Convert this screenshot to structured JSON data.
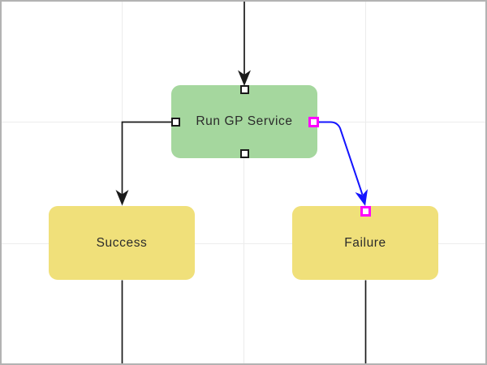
{
  "canvas": {
    "background_color": "#ffffff",
    "grid_color": "#ececec",
    "border_color": "#b3b3b3",
    "text_color": "#2b2b2b"
  },
  "nodes": [
    {
      "id": "run-gp-service",
      "label": "Run GP Service",
      "fill": "#a5d79e"
    },
    {
      "id": "success",
      "label": "Success",
      "fill": "#f0e07a"
    },
    {
      "id": "failure",
      "label": "Failure",
      "fill": "#f0e07a"
    }
  ],
  "edges": [
    {
      "id": "edge-top-into-run-gp-service",
      "to": "run-gp-service",
      "color": "#1a1a1a",
      "selected": false
    },
    {
      "id": "edge-run-gp-service-to-success",
      "from": "run-gp-service",
      "to": "success",
      "color": "#1a1a1a",
      "selected": false
    },
    {
      "id": "edge-run-gp-service-to-failure",
      "from": "run-gp-service",
      "to": "failure",
      "color": "#1414ff",
      "selected": true
    },
    {
      "id": "edge-success-down",
      "from": "success",
      "color": "#1a1a1a",
      "selected": false
    },
    {
      "id": "edge-failure-down",
      "from": "failure",
      "color": "#1a1a1a",
      "selected": false
    }
  ],
  "ports": {
    "default_fill": "#ffffff",
    "default_border": "#1a1a1a",
    "selected_border": "#ff00ff"
  }
}
